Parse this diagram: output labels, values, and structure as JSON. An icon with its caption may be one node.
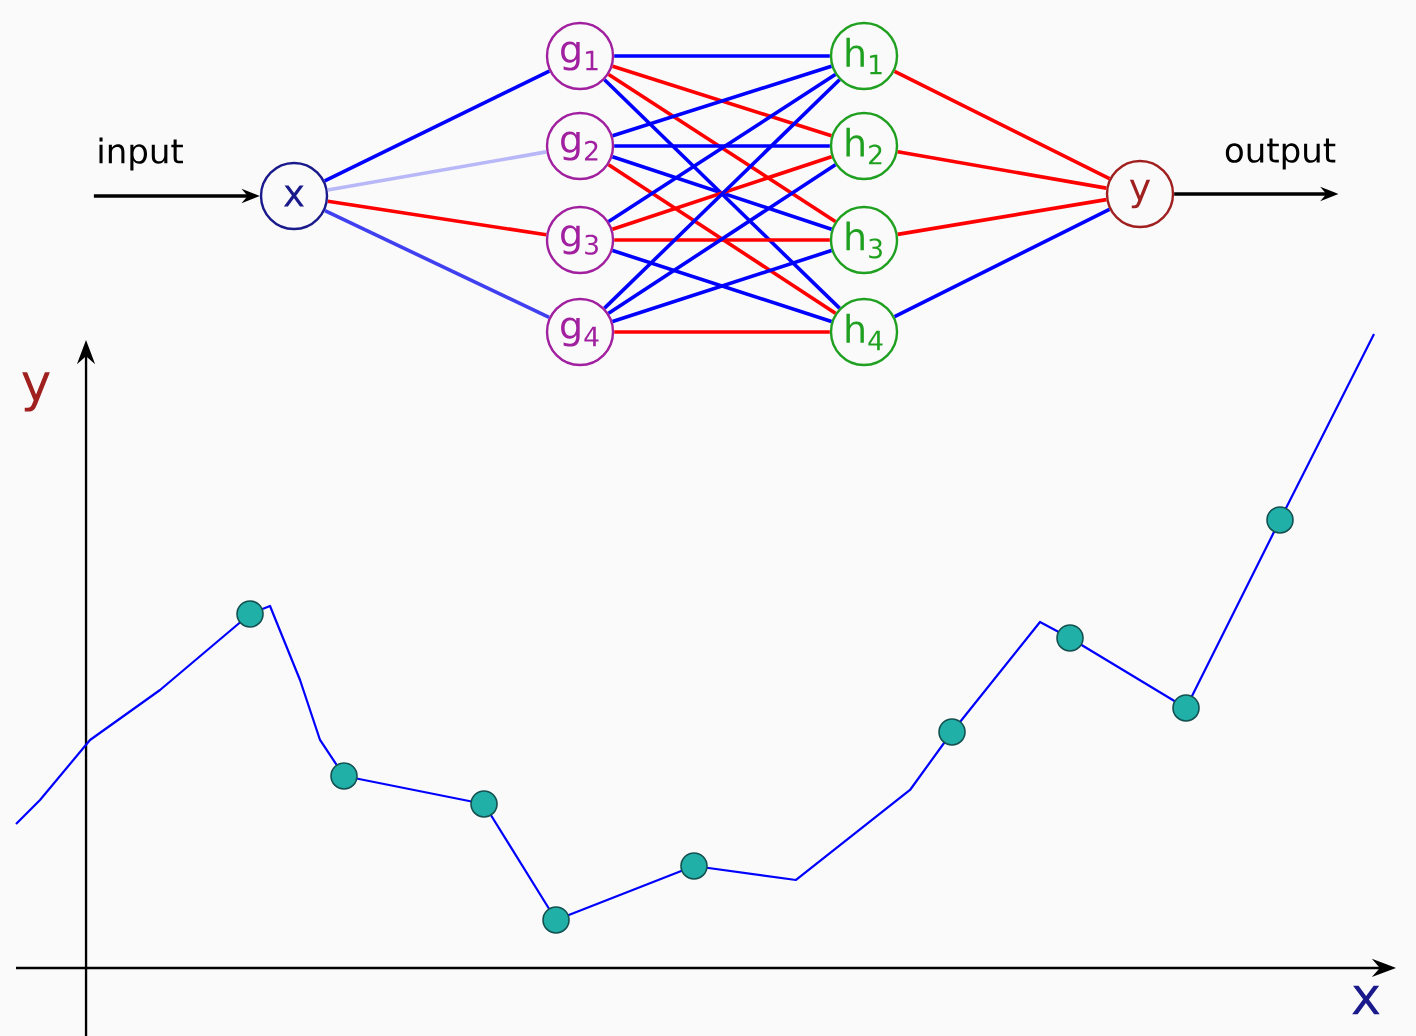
{
  "diagram": {
    "nodes": [
      {
        "text": [
          "input"
        ]
      },
      {
        "text": [
          "x"
        ]
      },
      {
        "text": [
          "g$_{1}$"
        ]
      },
      {
        "text": [
          "g$_{2}$"
        ]
      },
      {
        "text": [
          "g$_{3}$"
        ]
      },
      {
        "text": [
          "g$_{4}$"
        ]
      },
      {
        "text": [
          "h$_{1}$"
        ]
      },
      {
        "text": [
          "h$_{2}$"
        ]
      },
      {
        "text": [
          "h$_{3}$"
        ]
      },
      {
        "text": [
          "h$_{4}$"
        ]
      },
      {
        "text": [
          "y"
        ]
      },
      {
        "text": [
          "output"
        ]
      }
    ],
    "edges": [
      {
        "from": 0,
        "to": 1,
        "arrow": "to",
        "color": "#000000"
      },
      {
        "from": 1,
        "to": 2,
        "arrow": "none",
        "color": "#0000ff"
      },
      {
        "from": 1,
        "to": 3,
        "arrow": "none",
        "color": "#b8b8f8"
      },
      {
        "from": 1,
        "to": 4,
        "arrow": "none",
        "color": "#ff0000"
      },
      {
        "from": 1,
        "to": 5,
        "arrow": "none",
        "color": "#4040f0"
      },
      {
        "from": 2,
        "to": 6,
        "arrow": "none",
        "color": "#0000ff"
      },
      {
        "from": 2,
        "to": 7,
        "arrow": "none",
        "color": "#ff0000"
      },
      {
        "from": 2,
        "to": 8,
        "arrow": "none",
        "color": "#ff0000"
      },
      {
        "from": 2,
        "to": 9,
        "arrow": "none",
        "color": "#0000ff"
      },
      {
        "from": 3,
        "to": 6,
        "arrow": "none",
        "color": "#0000ff"
      },
      {
        "from": 3,
        "to": 7,
        "arrow": "none",
        "color": "#0000ff"
      },
      {
        "from": 3,
        "to": 8,
        "arrow": "none",
        "color": "#0000ff"
      },
      {
        "from": 3,
        "to": 9,
        "arrow": "none",
        "color": "#ff0000"
      },
      {
        "from": 4,
        "to": 6,
        "arrow": "none",
        "color": "#0000ff"
      },
      {
        "from": 4,
        "to": 7,
        "arrow": "none",
        "color": "#ff0000"
      },
      {
        "from": 4,
        "to": 8,
        "arrow": "none",
        "color": "#ff0000"
      },
      {
        "from": 4,
        "to": 9,
        "arrow": "none",
        "color": "#0000ff"
      },
      {
        "from": 5,
        "to": 6,
        "arrow": "none",
        "color": "#0000ff"
      },
      {
        "from": 5,
        "to": 7,
        "arrow": "none",
        "color": "#0000ff"
      },
      {
        "from": 5,
        "to": 8,
        "arrow": "none",
        "color": "#0000ff"
      },
      {
        "from": 5,
        "to": 9,
        "arrow": "none",
        "color": "#ff0000"
      },
      {
        "from": 6,
        "to": 10,
        "arrow": "none",
        "color": "#ff0000"
      },
      {
        "from": 7,
        "to": 10,
        "arrow": "none",
        "color": "#ff0000"
      },
      {
        "from": 8,
        "to": 10,
        "arrow": "none",
        "color": "#ff0000"
      },
      {
        "from": 9,
        "to": 10,
        "arrow": "none",
        "color": "#0000ff"
      },
      {
        "from": 10,
        "to": 11,
        "arrow": "to",
        "color": "#000000"
      }
    ],
    "labels": [
      "y",
      "x"
    ]
  }
}
